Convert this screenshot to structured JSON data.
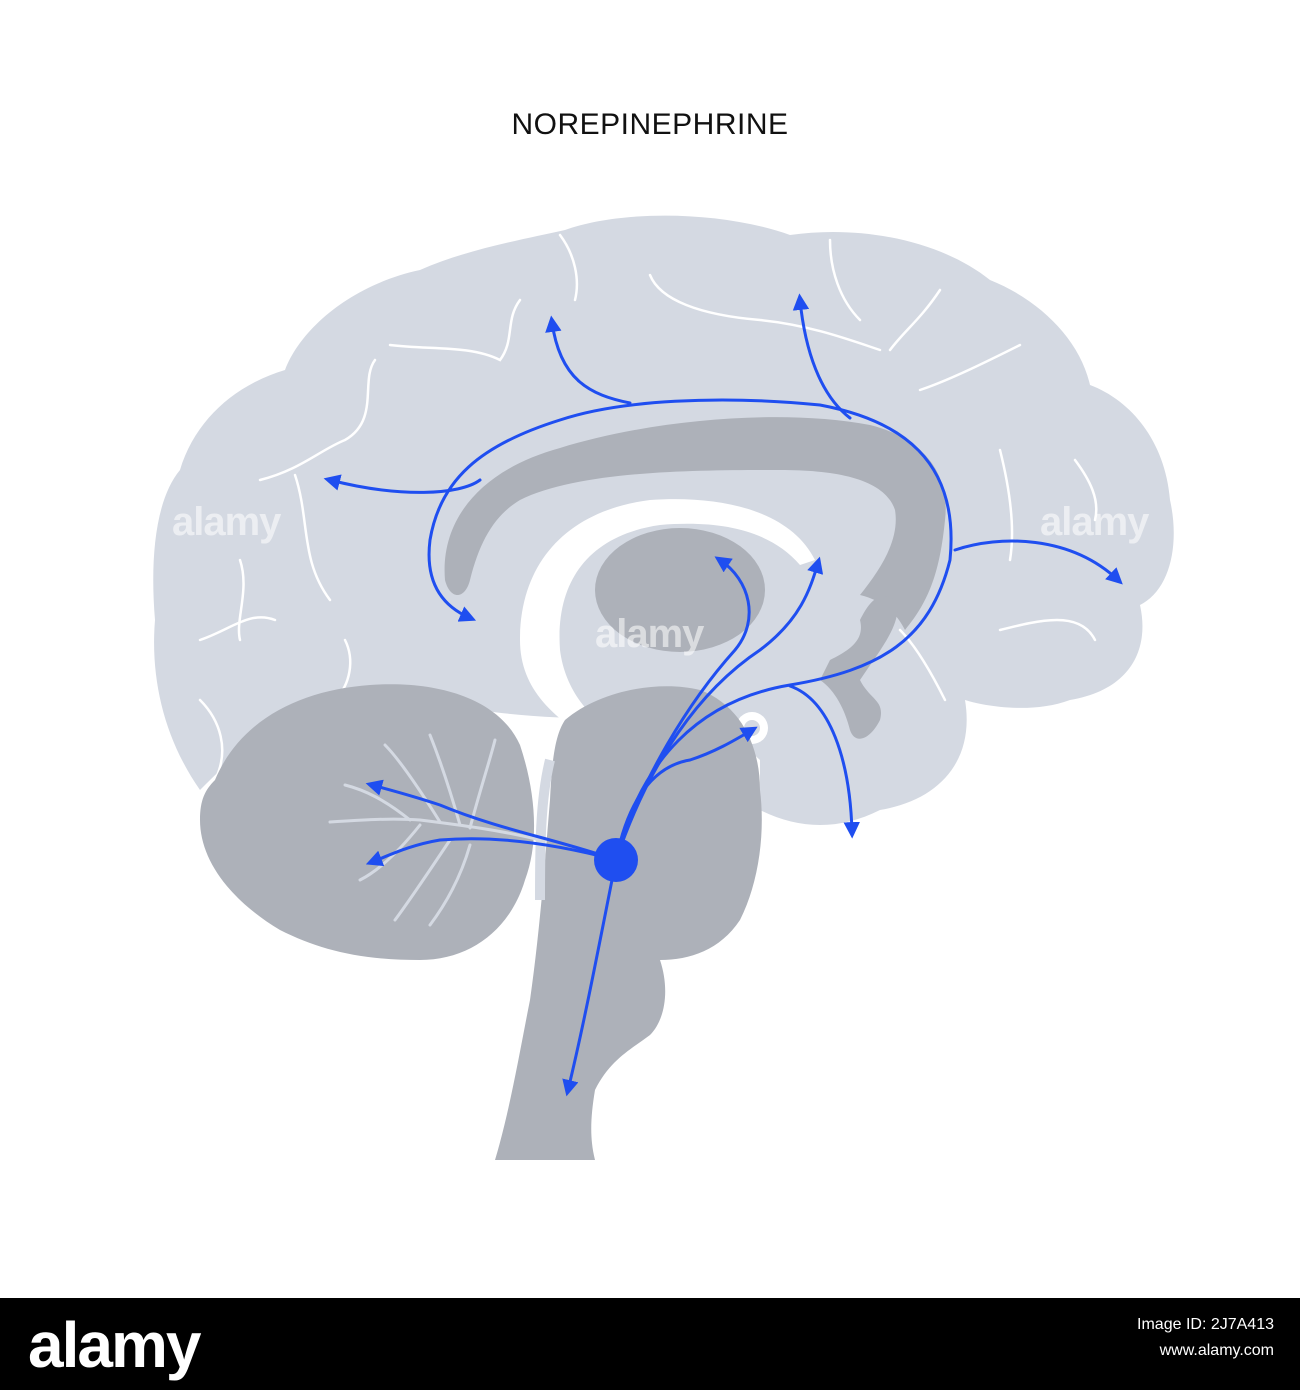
{
  "title": "NOREPINEPHRINE",
  "watermark": "alamy",
  "footer": {
    "logo": "alamy",
    "image_id_line": "Image ID: 2J7A413",
    "url": "www.alamy.com"
  },
  "colors": {
    "pathway": "#1f4ef0",
    "cortex": "#d4d9e2",
    "deep_structures": "#adb1b9",
    "footer_bg": "#000000"
  },
  "icons": [
    "arrow-head-icon",
    "locus-node-icon"
  ]
}
